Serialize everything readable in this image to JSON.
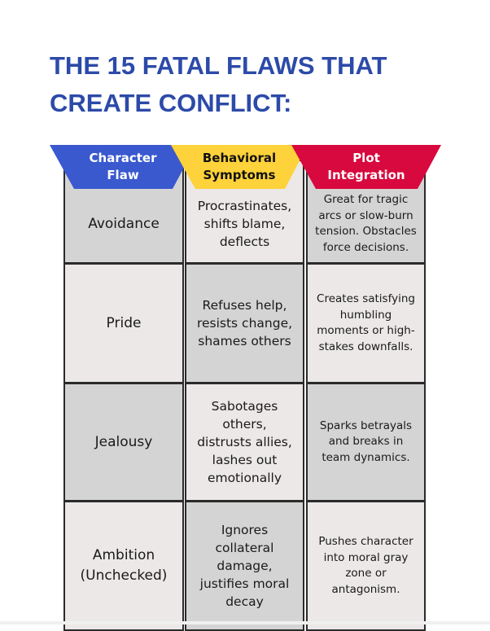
{
  "title": {
    "line1": "THE 15 FATAL FLAWS THAT",
    "line2": "CREATE CONFLICT:"
  },
  "colors": {
    "title": "#2c4aa8",
    "header_blue": "#3a59cf",
    "header_yellow": "#fdd23a",
    "header_red": "#d8093e",
    "cell_dark": "#d4d4d4",
    "cell_light": "#ebe8e7"
  },
  "table": {
    "headers": [
      {
        "line1": "Character",
        "line2": "Flaw"
      },
      {
        "line1": "Behavioral",
        "line2": "Symptoms"
      },
      {
        "line1": "Plot",
        "line2": "Integration"
      }
    ],
    "rows": [
      {
        "flaw": [
          "Avoidance"
        ],
        "symptoms": [
          "Procrastinates,",
          "shifts blame,",
          "deflects"
        ],
        "plot": [
          "Great for tragic",
          "arcs or slow-burn",
          "tension. Obstacles",
          "force decisions."
        ]
      },
      {
        "flaw": [
          "Pride"
        ],
        "symptoms": [
          "Refuses help,",
          "resists change,",
          "shames others"
        ],
        "plot": [
          "Creates satisfying",
          "humbling",
          "moments or high-",
          "stakes downfalls."
        ]
      },
      {
        "flaw": [
          "Jealousy"
        ],
        "symptoms": [
          "Sabotages",
          "others,",
          "distrusts allies,",
          "lashes out",
          "emotionally"
        ],
        "plot": [
          "Sparks betrayals",
          "and breaks in",
          "team dynamics."
        ]
      },
      {
        "flaw": [
          "Ambition",
          "(Unchecked)"
        ],
        "symptoms": [
          "Ignores",
          "collateral",
          "damage,",
          "justifies moral",
          "decay"
        ],
        "plot": [
          "Pushes character",
          "into moral gray",
          "zone or",
          "antagonism."
        ]
      }
    ]
  }
}
